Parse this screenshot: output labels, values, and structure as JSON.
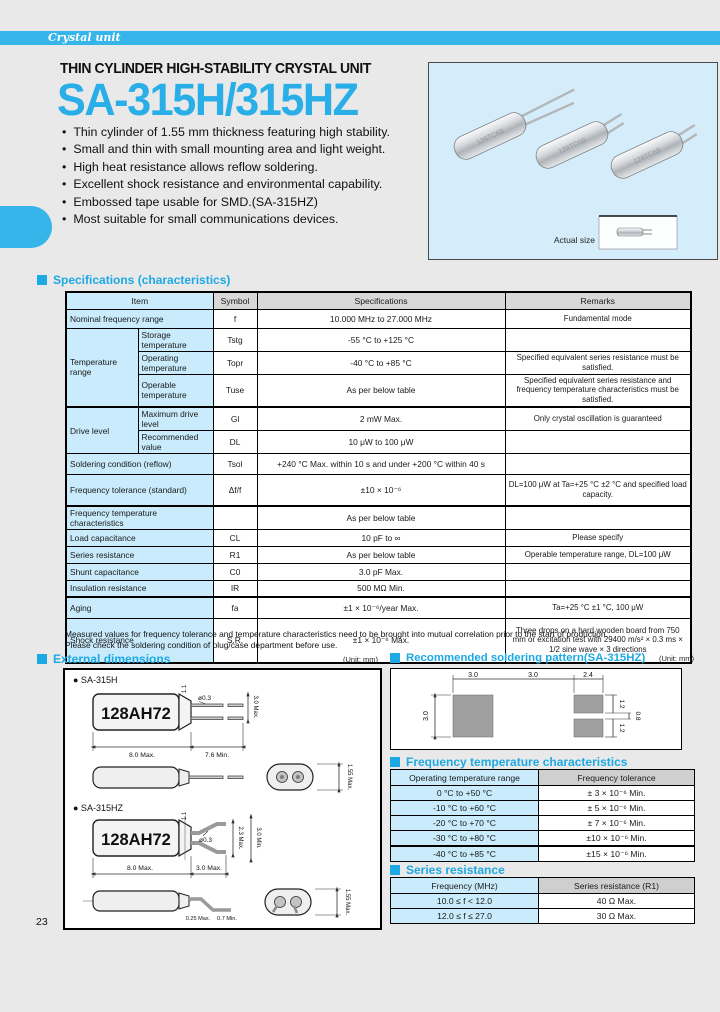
{
  "page": {
    "category_tab": "Crystal unit",
    "subtitle": "THIN CYLINDER HIGH-STABILITY CRYSTAL UNIT",
    "title": "SA-315H/315HZ",
    "features": [
      "Thin cylinder of 1.55 mm thickness featuring high stability.",
      "Small and thin with small mounting area and light weight.",
      "High heat resistance allows reflow soldering.",
      "Excellent shock resistance and environmental capability.",
      "Embossed tape usable for SMD.(SA-315HZ)",
      "Most suitable for small communications devices.",
      "•"
    ],
    "page_number": "23"
  },
  "photo": {
    "marking": "128TC6B",
    "actual_size_label": "Actual size"
  },
  "colors": {
    "accent": "#29aee8",
    "bar": "#35b5ea",
    "item_cell": "#c9ebfb",
    "header_cell": "#d8d8d8",
    "pad_gray": "#a0a0a0"
  },
  "spec": {
    "heading": "Specifications (characteristics)",
    "columns": [
      "Item",
      "Symbol",
      "Specifications",
      "Remarks"
    ],
    "groups": {
      "temperature": "Temperature range",
      "drive": "Drive level"
    },
    "rows": [
      {
        "item": "Nominal frequency range",
        "symbol": "f",
        "spec": "10.000 MHz to 27.000 MHz",
        "remarks": "Fundamental mode"
      },
      {
        "item": "Storage temperature",
        "symbol": "Tstg",
        "spec": "-55 °C to +125 °C",
        "remarks": ""
      },
      {
        "item": "Operating temperature",
        "symbol": "Topr",
        "spec": "-40 °C to +85 °C",
        "remarks": "Specified equivalent series resistance must be satisfied."
      },
      {
        "item": "Operable temperature",
        "symbol": "Tuse",
        "spec": "As per below table",
        "remarks": "Specified equivalent series resistance and frequency temperature characteristics must be satisfied."
      },
      {
        "item": "Maximum drive level",
        "symbol": "Gl",
        "spec": "2 mW Max.",
        "remarks": "Only crystal oscillation is guaranteed"
      },
      {
        "item": "Recommended value",
        "symbol": "DL",
        "spec": "10 μW to 100 μW",
        "remarks": ""
      },
      {
        "item": "Soldering condition (reflow)",
        "symbol": "Tsol",
        "spec": "+240 °C Max. within 10 s and under +200 °C within 40 s",
        "remarks": ""
      },
      {
        "item": "Frequency tolerance (standard)",
        "symbol": "Δf/f",
        "spec": "±10 × 10⁻⁶",
        "remarks": "DL=100 μW at Ta=+25 °C ±2 °C and specified load capacity."
      },
      {
        "item": "Frequency temperature characteristics",
        "symbol": "",
        "spec": "As per below table",
        "remarks": ""
      },
      {
        "item": "Load capacitance",
        "symbol": "CL",
        "spec": "10 pF to ∞",
        "remarks": "Please specify"
      },
      {
        "item": "Series resistance",
        "symbol": "R1",
        "spec": "As per below table",
        "remarks": "Operable temperature range, DL=100 μW"
      },
      {
        "item": "Shunt capacitance",
        "symbol": "C0",
        "spec": "3.0 pF Max.",
        "remarks": ""
      },
      {
        "item": "Insulation resistance",
        "symbol": "IR",
        "spec": "500 MΩ Min.",
        "remarks": ""
      },
      {
        "item": "Aging",
        "symbol": "fa",
        "spec": "±1 × 10⁻⁶/year Max.",
        "remarks": "Ta=+25 °C ±1 °C, 100 μW"
      },
      {
        "item": "Shock resistance",
        "symbol": "S.R.",
        "spec": "±1 × 10⁻⁶ Max.",
        "remarks": "Three drops on a hard wooden board from 750 mm or excitation test with 29400 m/s² × 0.3 ms × 1/2 sine wave × 3 directions"
      }
    ],
    "notes": [
      "Measured values for frequency tolerance and temperature characteristics need to be brought into mutual correlation prior to the start of production.",
      "Please check the soldering condition of plug/case department before use."
    ]
  },
  "ext_dim": {
    "heading": "External dimensions",
    "unit": "(Unit: mm)",
    "h": {
      "label": "● SA-315H",
      "marking": "128AH72",
      "lead_dia": "ø0.3",
      "height": "3.0 Max.",
      "collar": "1.1",
      "body_len": "8.0 Max.",
      "lead_len": "7.6 Min.",
      "thickness": "1.55 Max."
    },
    "hz": {
      "label": "● SA-315HZ",
      "marking": "128AH72",
      "lead_dia": "ø0.3",
      "lead_spread": "2.3 Max.",
      "lead_span": "3.0 Min.",
      "collar": "1.1",
      "body_len": "8.0 Max.",
      "lead_len": "3.0 Max.",
      "standoff": "0.25 Max.",
      "foot": "0.7 Min.",
      "thickness": "1.55 Max."
    }
  },
  "pattern": {
    "heading": "Recommended soldering pattern(SA-315HZ)",
    "unit": "(Unit: mm)",
    "dim_left_w": "3.0",
    "dim_gap_w": "3.0",
    "dim_right_w": "2.4",
    "dim_left_h": "3.0",
    "dim_pad1": "1.2",
    "dim_pad_gap": "0.8",
    "dim_pad2": "1.2"
  },
  "freq_temp": {
    "heading": "Frequency temperature characteristics",
    "columns": [
      "Operating temperature range",
      "Frequency tolerance"
    ],
    "rows": [
      {
        "range": "0 °C to +50 °C",
        "tol": "± 3 × 10⁻⁶ Min."
      },
      {
        "range": "-10 °C to +60 °C",
        "tol": "± 5 × 10⁻⁶ Min."
      },
      {
        "range": "-20 °C to +70 °C",
        "tol": "± 7 × 10⁻⁶ Min."
      },
      {
        "range": "-30 °C to +80 °C",
        "tol": "±10 × 10⁻⁶ Min."
      },
      {
        "range": "-40 °C to +85 °C",
        "tol": "±15 × 10⁻⁶ Min."
      }
    ]
  },
  "series_res": {
    "heading": "Series resistance",
    "columns": [
      "Frequency (MHz)",
      "Series resistance (R1)"
    ],
    "rows": [
      {
        "freq": "10.0 ≤ f < 12.0",
        "res": "40 Ω Max."
      },
      {
        "freq": "12.0 ≤ f ≤ 27.0",
        "res": "30 Ω Max."
      }
    ]
  }
}
